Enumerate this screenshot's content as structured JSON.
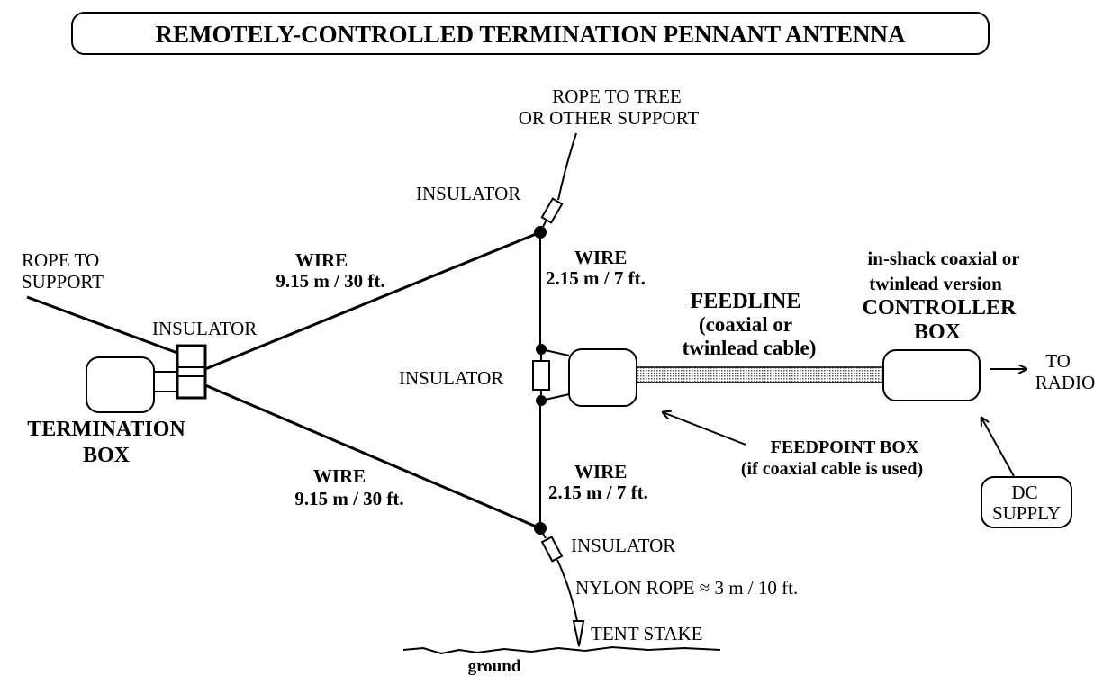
{
  "title": "REMOTELY-CONTROLLED TERMINATION PENNANT ANTENNA",
  "labels": {
    "rope_tree_1": "ROPE TO TREE",
    "rope_tree_2": "OR OTHER SUPPORT",
    "insulator_top": "INSULATOR",
    "rope_support_1": "ROPE TO",
    "rope_support_2": "SUPPORT",
    "insulator_left": "INSULATOR",
    "wire_top_1": "WIRE",
    "wire_top_2": "9.15 m / 30 ft.",
    "wire_vert_top_1": "WIRE",
    "wire_vert_top_2": "2.15 m / 7 ft.",
    "feedline_1": "FEEDLINE",
    "feedline_2": "(coaxial or",
    "feedline_3": "twinlead cable)",
    "controller_1": "in-shack coaxial or",
    "controller_2": "twinlead version",
    "controller_3": "CONTROLLER",
    "controller_4": "BOX",
    "to_radio_1": "TO",
    "to_radio_2": "RADIO",
    "insulator_mid": "INSULATOR",
    "termination_1": "TERMINATION",
    "termination_2": "BOX",
    "wire_bottom_1": "WIRE",
    "wire_bottom_2": "9.15 m / 30 ft.",
    "wire_vert_bottom_1": "WIRE",
    "wire_vert_bottom_2": "2.15 m / 7 ft.",
    "feedpoint_1": "FEEDPOINT BOX",
    "feedpoint_2": "(if coaxial cable is used)",
    "dc_1": "DC",
    "dc_2": "SUPPLY",
    "insulator_bottom": "INSULATOR",
    "nylon_rope": "NYLON ROPE  ≈  3 m / 10 ft.",
    "tent_stake": "TENT STAKE",
    "ground": "ground"
  }
}
